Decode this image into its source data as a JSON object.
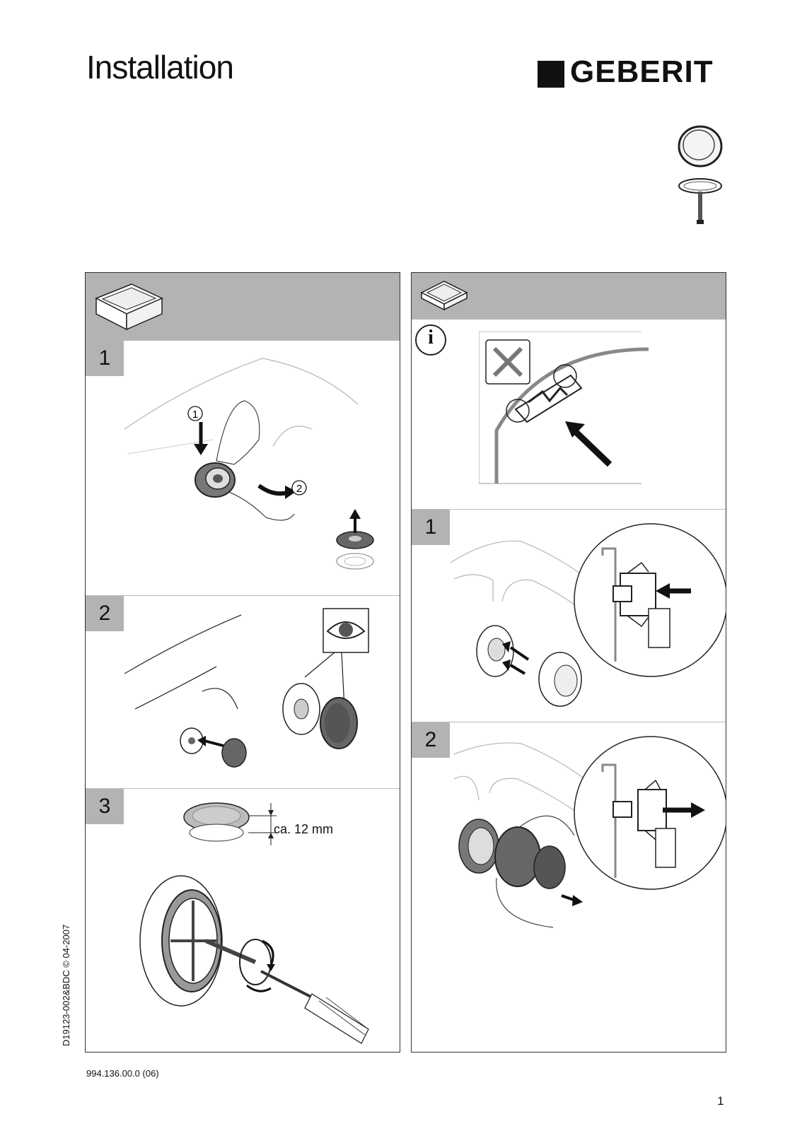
{
  "header": {
    "title": "Installation",
    "brand": "GEBERIT"
  },
  "left_panel": {
    "steps": [
      {
        "label": "1",
        "callouts": [
          "1",
          "2"
        ]
      },
      {
        "label": "2"
      },
      {
        "label": "3",
        "dimension": "ca. 12 mm"
      }
    ]
  },
  "right_panel": {
    "info_symbol": "i",
    "steps": [
      {
        "label": "1"
      },
      {
        "label": "2"
      }
    ]
  },
  "footer": {
    "doc_code": "D19123-002&BDC © 04-2007",
    "doc_number": "994.136.00.0 (06)",
    "page": "1"
  },
  "icons": [
    "bathtub-icon",
    "shower-tray-icon",
    "info-icon",
    "eye-icon",
    "prohibited-icon",
    "drain-cover-icon"
  ],
  "colors": {
    "panel_header": "#b3b3b3",
    "text": "#111111",
    "illustration_dark": "#555555"
  }
}
